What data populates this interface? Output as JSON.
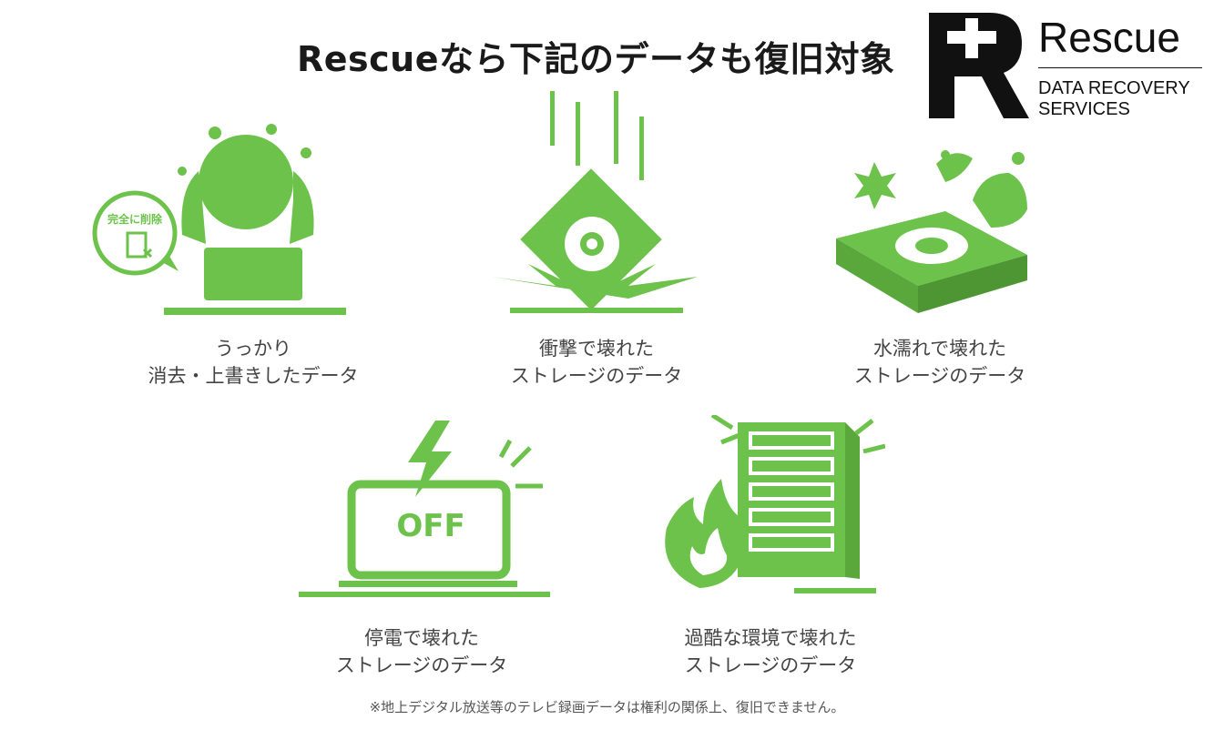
{
  "title": "Rescueなら下記のデータも復旧対象",
  "logo": {
    "name": "Rescue",
    "sub_line1": "DATA RECOVERY",
    "sub_line2": "SERVICES"
  },
  "accent_color": "#6cc24a",
  "cases": [
    {
      "icon": "person-deleted-icon",
      "bubble": "完全に削除",
      "line1": "うっかり",
      "line2": "消去・上書きしたデータ"
    },
    {
      "icon": "hdd-shock-icon",
      "line1": "衝撃で壊れた",
      "line2": "ストレージのデータ"
    },
    {
      "icon": "hdd-water-icon",
      "line1": "水濡れで壊れた",
      "line2": "ストレージのデータ"
    },
    {
      "icon": "power-off-icon",
      "screen": "OFF",
      "line1": "停電で壊れた",
      "line2": "ストレージのデータ"
    },
    {
      "icon": "server-fire-icon",
      "line1": "過酷な環境で壊れた",
      "line2": "ストレージのデータ"
    }
  ],
  "note": "※地上デジタル放送等のテレビ録画データは権利の関係上、復旧できません。"
}
